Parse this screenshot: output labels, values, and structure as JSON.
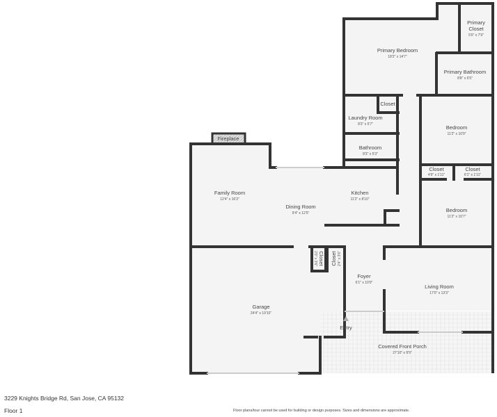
{
  "plan": {
    "address": "3229 Knights Bridge Rd, San Jose, CA 95132",
    "floor": "Floor 1",
    "disclaimer": "Floor plans/tour cannot be used for building or design purposes. Sizes and dimensions are approximate.",
    "entry_label": "Entry",
    "fireplace_label": "Fireplace",
    "colors": {
      "wall": "#333333",
      "floor": "#f4f4f4"
    }
  },
  "rooms": [
    {
      "name": "Primary Bedroom",
      "dims": "18'2\" x 14'7\""
    },
    {
      "name": "Primary",
      "name2": "Closet",
      "dims": "5'0\" x 7'9\""
    },
    {
      "name": "Primary Bathroom",
      "dims": "8'8\" x 6'5\""
    },
    {
      "name": "Closet"
    },
    {
      "name": "Laundry Room",
      "dims": "8'3\" x 5'7\""
    },
    {
      "name": "Bathroom",
      "dims": "8'3\" x 5'3\""
    },
    {
      "name": "Bedroom",
      "dims": "11'2\" x 10'9\""
    },
    {
      "name": "Closet",
      "dims": "4'9\" x 1'11\""
    },
    {
      "name": "Closet",
      "dims": "6'1\" x 1'11\""
    },
    {
      "name": "Family Room",
      "dims": "12'4\" x 16'3\""
    },
    {
      "name": "Kitchen",
      "dims": "11'2\" x 8'10\""
    },
    {
      "name": "Dining Room",
      "dims": "9'4\" x 12'5\""
    },
    {
      "name": "Bedroom",
      "dims": "11'2\" x 10'7\""
    },
    {
      "name": "Closet",
      "dims": "2'0\" x 3'6\""
    },
    {
      "name": "Closet",
      "dims": "2'4\" x 3'6\""
    },
    {
      "name": "Foyer",
      "dims": "6'1\" x 10'0\""
    },
    {
      "name": "Living Room",
      "dims": "17'0\" x 13'3\""
    },
    {
      "name": "Garage",
      "dims": "24'4\" x 19'10\""
    },
    {
      "name": "Covered Front Porch",
      "dims": "27'10\" x 9'9\""
    }
  ]
}
